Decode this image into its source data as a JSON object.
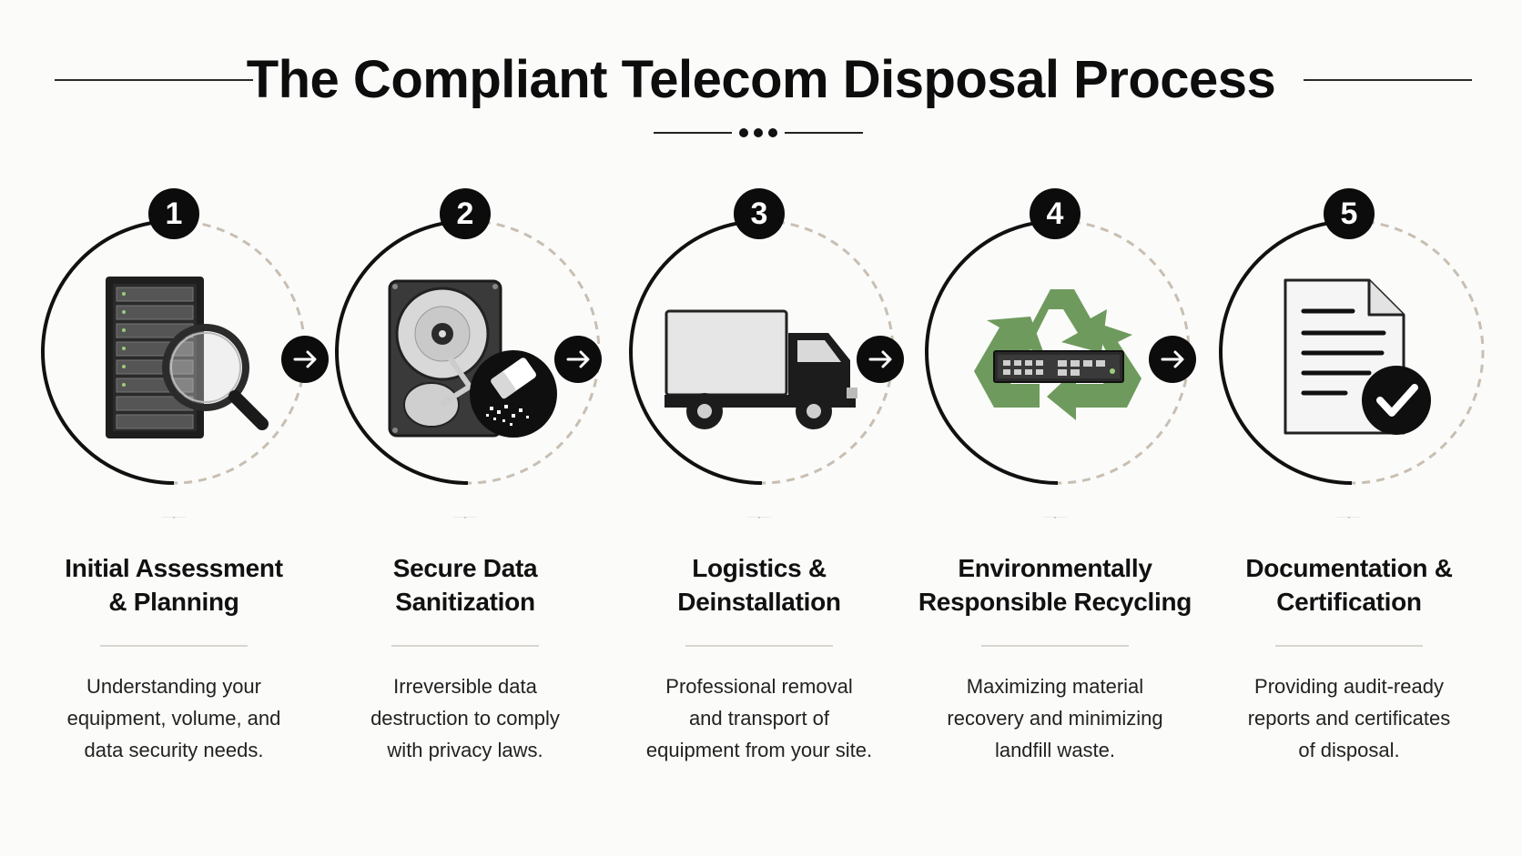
{
  "header": {
    "title": "The Compliant Telecom Disposal Process"
  },
  "colors": {
    "accent": "#c8bfb2",
    "dark": "#0c0c0c",
    "recycle_green": "#6f9a5d"
  },
  "steps": [
    {
      "number": "1",
      "icon": "server-rack-magnifier-icon",
      "title_lines": [
        "Initial Assessment",
        "& Planning"
      ],
      "desc_lines": [
        "Understanding your",
        "equipment, volume, and",
        "data security needs."
      ]
    },
    {
      "number": "2",
      "icon": "hard-drive-eraser-icon",
      "title_lines": [
        "Secure Data",
        "Sanitization"
      ],
      "desc_lines": [
        "Irreversible data",
        "destruction to comply",
        "with privacy laws."
      ]
    },
    {
      "number": "3",
      "icon": "truck-icon",
      "title_lines": [
        "Logistics &",
        "Deinstallation"
      ],
      "desc_lines": [
        "Professional removal",
        "and transport of",
        "equipment from your site."
      ]
    },
    {
      "number": "4",
      "icon": "recycle-switch-icon",
      "title_lines": [
        "Environmentally",
        "Responsible Recycling"
      ],
      "desc_lines": [
        "Maximizing material",
        "recovery and minimizing",
        "landfill waste."
      ]
    },
    {
      "number": "5",
      "icon": "certificate-document-icon",
      "title_lines": [
        "Documentation &",
        "Certification"
      ],
      "desc_lines": [
        "Providing audit-ready",
        "reports and certificates",
        "of disposal."
      ]
    }
  ]
}
